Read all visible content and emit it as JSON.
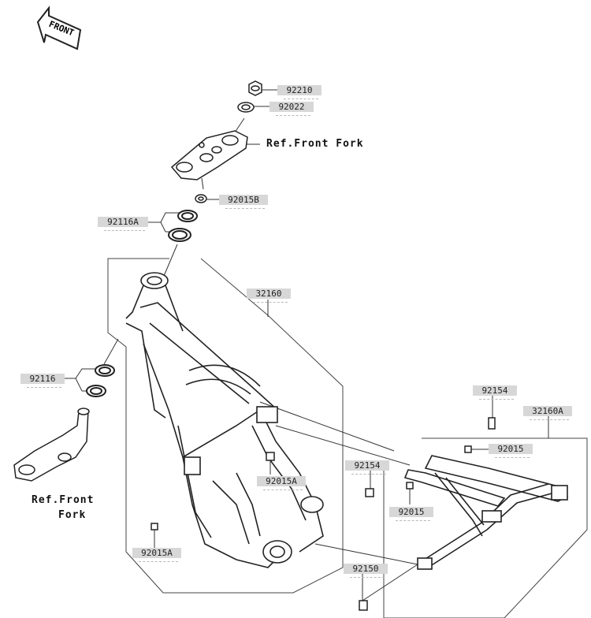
{
  "front_label": "FRONT",
  "refs": {
    "front_fork_top": "Ref.Front Fork",
    "front_fork_bottom_line1": "Ref.Front",
    "front_fork_bottom_line2": "Fork"
  },
  "parts": {
    "p92210": "92210",
    "p92022": "92022",
    "p92015B": "92015B",
    "p92116A": "92116A",
    "p32160": "32160",
    "p92116": "92116",
    "p92154_top": "92154",
    "p32160A": "32160A",
    "p92015_right": "92015",
    "p92154_mid": "92154",
    "p92015A_mid": "92015A",
    "p92015_lower": "92015",
    "p92015A_low": "92015A",
    "p92150": "92150"
  }
}
